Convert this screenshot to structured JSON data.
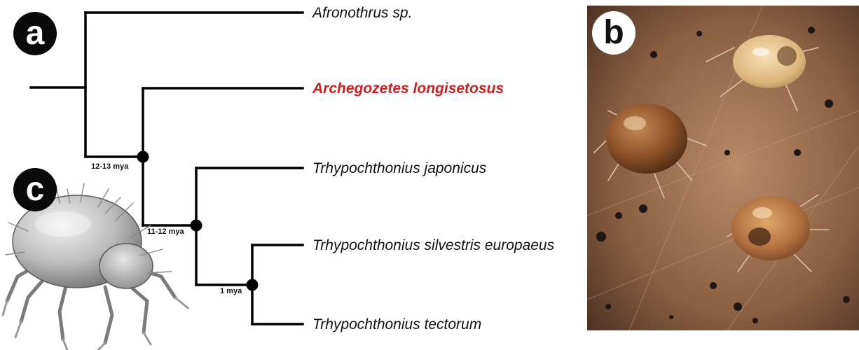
{
  "panels": {
    "a": "a",
    "b": "b",
    "c": "c"
  },
  "tree": {
    "taxa": [
      {
        "name": "Afronothrus sp.",
        "highlight": false
      },
      {
        "name": "Archegozetes longisetosus",
        "highlight": true
      },
      {
        "name": "Trhypochthonius japonicus",
        "highlight": false
      },
      {
        "name": "Trhypochthonius silvestris europaeus",
        "highlight": false
      },
      {
        "name": "Trhypochthonius tectorum",
        "highlight": false
      }
    ],
    "node_ages": [
      "12-13 mya",
      "11-12 mya",
      "1 mya"
    ],
    "highlight_color": "#cc1f1f"
  },
  "photo_subject": "oribatid-mites-on-leaf-litter",
  "render_subject": "oribatid-mite-3d-render"
}
